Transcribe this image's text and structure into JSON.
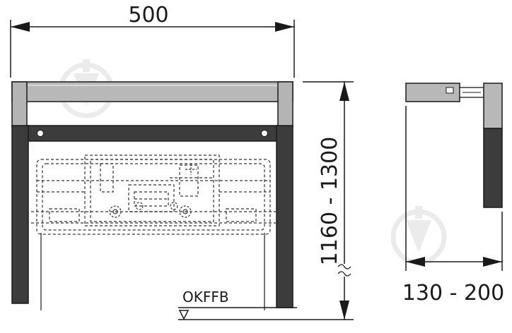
{
  "drawing": {
    "width_dimension": "500",
    "height_dimension": "1160 - 1300",
    "depth_dimension": "130 - 200",
    "floor_reference_label": "OKFFB"
  },
  "colors": {
    "line": "#1a1a1a",
    "frame_light": "#b4b4b4",
    "frame_dark": "#3c3c3c",
    "hidden_line": "#333333",
    "watermark": "#e2e2e2"
  }
}
